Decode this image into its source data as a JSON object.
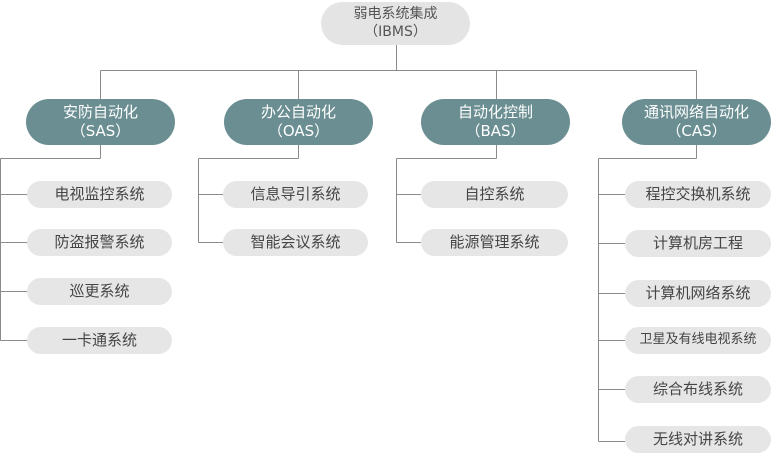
{
  "root": {
    "line1": "弱电系统集成",
    "line2": "（IBMS）"
  },
  "categories": [
    {
      "line1": "安防自动化",
      "line2": "（SAS）",
      "items": [
        "电视监控系统",
        "防盗报警系统",
        "巡更系统",
        "一卡通系统"
      ]
    },
    {
      "line1": "办公自动化",
      "line2": "（OAS）",
      "items": [
        "信息导引系统",
        "智能会议系统"
      ]
    },
    {
      "line1": "自动化控制",
      "line2": "（BAS）",
      "items": [
        "自控系统",
        "能源管理系统"
      ]
    },
    {
      "line1": "通讯网络自动化",
      "line2": "（CAS）",
      "items": [
        "程控交换机系统",
        "计算机房工程",
        "计算机网络系统",
        "卫星及有线电视系统",
        "综合布线系统",
        "无线对讲系统"
      ]
    }
  ],
  "colors": {
    "category_fill": "#6a8e91",
    "leaf_fill": "#e6e6e6",
    "root_fill": "#e4e4e4",
    "line": "#8a8a8a"
  }
}
